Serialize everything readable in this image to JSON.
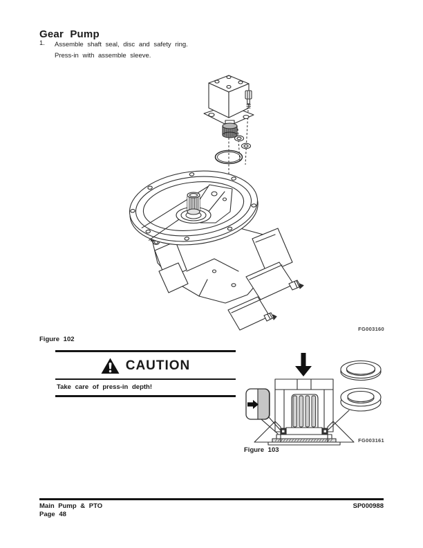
{
  "page": {
    "title": "Gear Pump",
    "steps": [
      {
        "number": "1.",
        "lines": [
          "Assemble shaft seal, disc and safety ring.",
          "Press-in with assemble sleeve."
        ]
      }
    ],
    "figures": [
      {
        "caption": "Figure 102",
        "code": "FG003160",
        "content": "gear-pump-exploded-view-drawing"
      },
      {
        "caption": "Figure 103",
        "code": "FG003161",
        "content": "shaft-seal-press-in-diagram"
      }
    ],
    "caution": {
      "icon": "warning-triangle-icon",
      "label": "CAUTION",
      "message": "Take care of press-in depth!"
    },
    "footer": {
      "section": "Main Pump & PTO",
      "page_label": "Page 48",
      "doc_code": "SP000988"
    }
  },
  "colors": {
    "paper": "#ffffff",
    "text": "#1a1a1a",
    "line_art": "#2e2e2e",
    "press_gray": "#c6c6c6",
    "housing_gray": "#9a9a9a",
    "coupling_gray": "#8a8a8a",
    "warning_black": "#111111"
  }
}
